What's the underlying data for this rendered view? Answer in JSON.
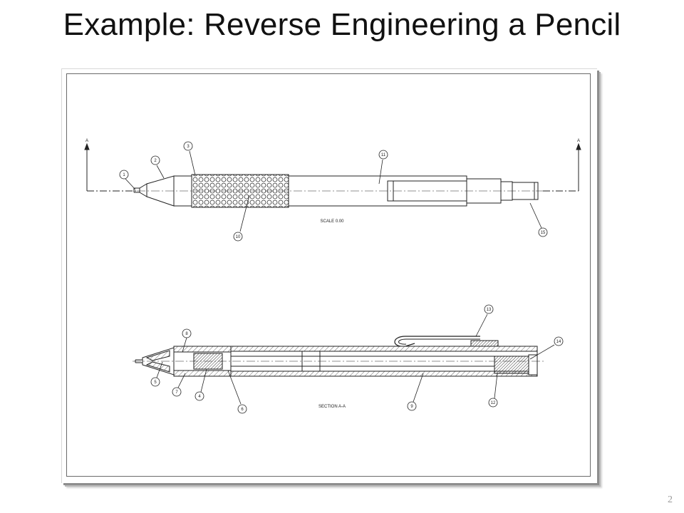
{
  "slide": {
    "title": "Example: Reverse Engineering a Pencil",
    "page_number": "2"
  },
  "drawing": {
    "top_view": {
      "scale_label": "SCALE 0.00",
      "section_marker_left": "A",
      "section_marker_right": "A",
      "balloons": [
        "1",
        "2",
        "3",
        "10",
        "11",
        "15"
      ]
    },
    "section_view": {
      "section_label": "SECTION A-A",
      "balloons": [
        "8",
        "5",
        "7",
        "4",
        "6",
        "9",
        "12",
        "13",
        "14"
      ]
    }
  }
}
